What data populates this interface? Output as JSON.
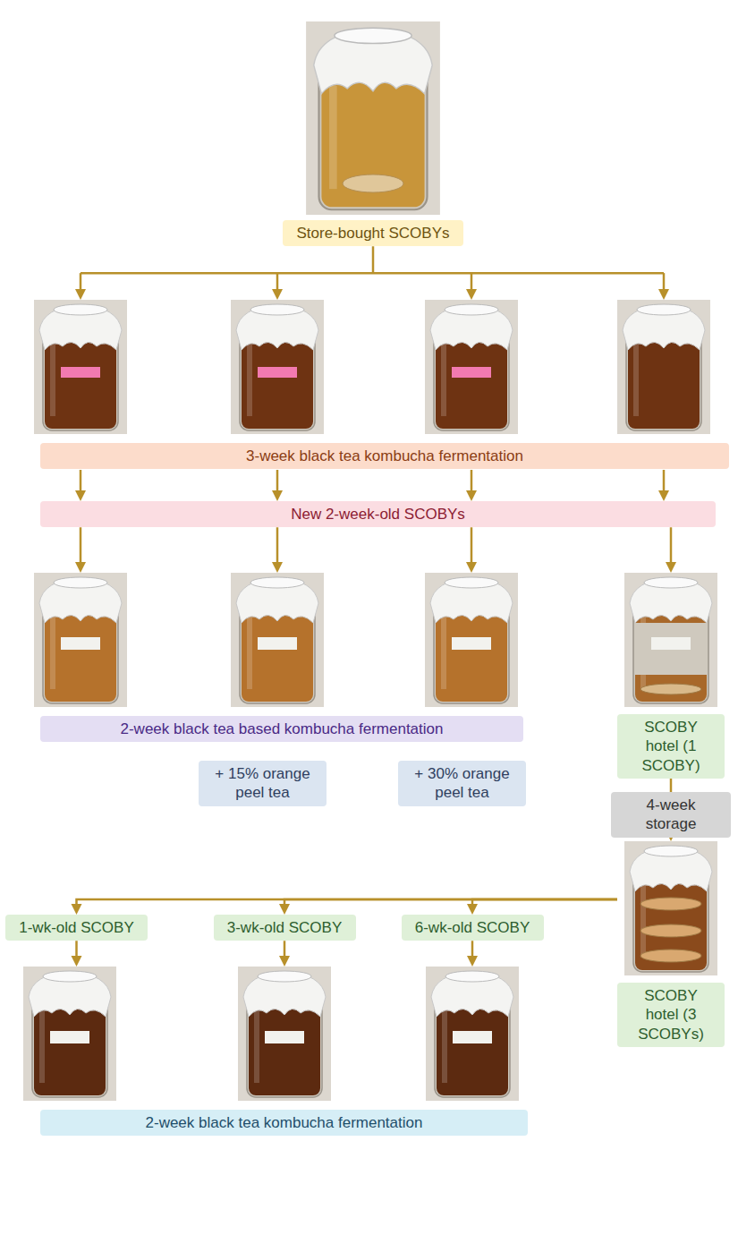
{
  "diagram": {
    "nodes": [
      {
        "text": [
          "Store-bought SCOBYs"
        ]
      },
      {
        "text": [
          "3-week black tea kombucha fermentation"
        ]
      },
      {
        "text": [
          "New 2-week-old SCOBYs"
        ]
      },
      {
        "text": [
          "2-week black tea based kombucha fermentation"
        ]
      },
      {
        "text": [
          "+ 15% orange peel tea"
        ]
      },
      {
        "text": [
          "+ 30% orange peel tea"
        ]
      },
      {
        "text": [
          "SCOBY hotel (1 SCOBY)"
        ]
      },
      {
        "text": [
          "4-week storage"
        ]
      },
      {
        "text": [
          "SCOBY hotel (3 SCOBYs)"
        ]
      },
      {
        "text": [
          "1-wk-old SCOBY"
        ]
      },
      {
        "text": [
          "3-wk-old SCOBY"
        ]
      },
      {
        "text": [
          "6-wk-old SCOBY"
        ]
      },
      {
        "text": [
          "2-week black tea kombucha fermentation"
        ]
      }
    ],
    "edges": [
      {
        "from": 0,
        "to": 1,
        "arrow": "to"
      },
      {
        "from": 1,
        "to": 2,
        "arrow": "to"
      },
      {
        "from": 2,
        "to": 3,
        "arrow": "to"
      },
      {
        "from": 2,
        "to": 6,
        "arrow": "to"
      },
      {
        "from": 6,
        "to": 7,
        "arrow": "none"
      },
      {
        "from": 7,
        "to": 8,
        "arrow": "to"
      },
      {
        "from": 8,
        "to": 9,
        "arrow": "to"
      },
      {
        "from": 8,
        "to": 10,
        "arrow": "to"
      },
      {
        "from": 8,
        "to": 11,
        "arrow": "to"
      },
      {
        "from": 9,
        "to": 12,
        "arrow": "to"
      },
      {
        "from": 10,
        "to": 12,
        "arrow": "to"
      },
      {
        "from": 11,
        "to": 12,
        "arrow": "to"
      }
    ]
  }
}
